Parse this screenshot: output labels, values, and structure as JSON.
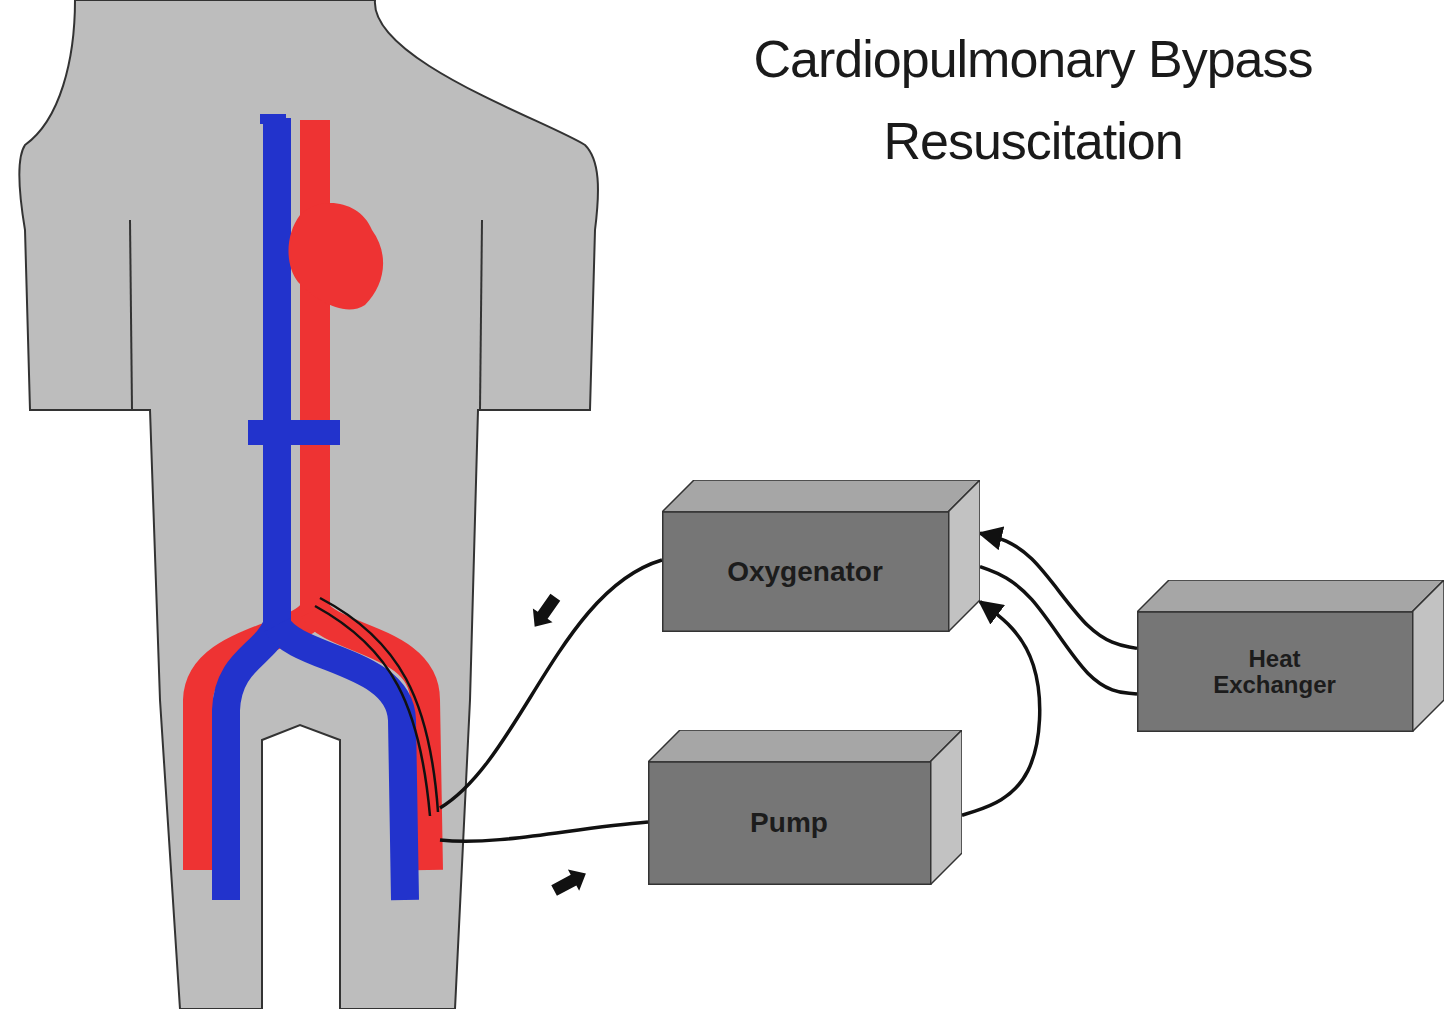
{
  "diagram": {
    "title": "Cardiopulmonary Bypass Resuscitation",
    "nodes": [
      {
        "text": [
          "Oxygenator"
        ]
      },
      {
        "text": [
          "Pump"
        ]
      },
      {
        "text": [
          "Heat Exchanger"
        ]
      }
    ],
    "edges": [
      {
        "from": 1,
        "to": 0,
        "arrow": "to"
      },
      {
        "from": 2,
        "to": 0,
        "arrow": "to"
      },
      {
        "from": 0,
        "to": 2,
        "arrow": "none"
      }
    ]
  }
}
